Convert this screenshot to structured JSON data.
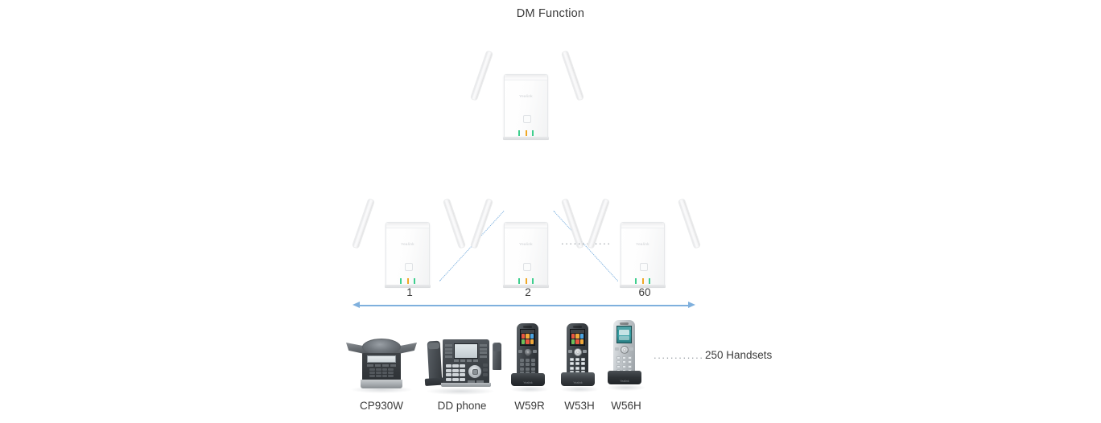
{
  "diagram": {
    "title": "DM Function",
    "background_color": "#ffffff",
    "accent_line_color": "#6fa8dc",
    "arrow_color": "#7fb0dd",
    "text_color": "#3c3c3c"
  },
  "base_stations": {
    "brand_logo": "Yealink",
    "led_colors": [
      "#3ecf8e",
      "#f0a825",
      "#3ecf8e"
    ],
    "master": {
      "label": ""
    },
    "slaves": [
      {
        "label": "1"
      },
      {
        "label": "2"
      },
      {
        "label": "60"
      }
    ],
    "slave_ellipsis": "............",
    "range_note": ""
  },
  "devices": [
    {
      "name": "CP930W",
      "type": "conference-phone"
    },
    {
      "name": "DD phone",
      "type": "desk-phone"
    },
    {
      "name": "W59R",
      "type": "dect-handset"
    },
    {
      "name": "W53H",
      "type": "dect-handset"
    },
    {
      "name": "W56H",
      "type": "dect-handset"
    }
  ],
  "handsets": {
    "ellipsis": "............",
    "capacity_label": "250 Handsets"
  },
  "chart_data": {
    "type": "diagram",
    "title": "DM Function",
    "description": "DECT Manager topology: one master base station branches to up to 60 base stations, supporting up to 250 handsets.",
    "nodes": [
      {
        "id": "master",
        "label": "",
        "kind": "base-station",
        "tier": 1
      },
      {
        "id": "bs1",
        "label": "1",
        "kind": "base-station",
        "tier": 2
      },
      {
        "id": "bs2",
        "label": "2",
        "kind": "base-station",
        "tier": 2
      },
      {
        "id": "bs60",
        "label": "60",
        "kind": "base-station",
        "tier": 2
      },
      {
        "id": "cp930w",
        "label": "CP930W",
        "kind": "endpoint",
        "tier": 3
      },
      {
        "id": "ddphone",
        "label": "DD phone",
        "kind": "endpoint",
        "tier": 3
      },
      {
        "id": "w59r",
        "label": "W59R",
        "kind": "endpoint",
        "tier": 3
      },
      {
        "id": "w53h",
        "label": "W53H",
        "kind": "endpoint",
        "tier": 3
      },
      {
        "id": "w56h",
        "label": "W56H",
        "kind": "endpoint",
        "tier": 3
      }
    ],
    "edges": [
      {
        "from": "master",
        "to": "bs1",
        "style": "dotted",
        "color": "#6fa8dc"
      },
      {
        "from": "master",
        "to": "bs60",
        "style": "dotted",
        "color": "#6fa8dc"
      }
    ],
    "annotations": [
      {
        "text": "............",
        "meaning": "base stations 3 through 59 omitted"
      },
      {
        "text": "250 Handsets",
        "meaning": "maximum handset capacity"
      }
    ],
    "max_base_stations": 60,
    "max_handsets": 250
  }
}
